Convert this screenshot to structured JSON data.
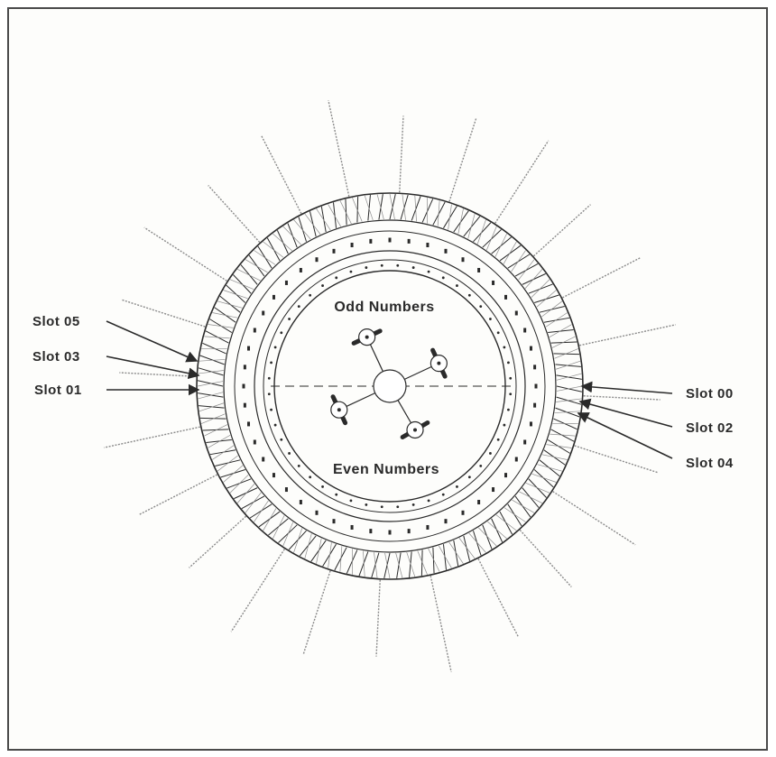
{
  "diagram": {
    "top_label": "Odd Numbers",
    "bottom_label": "Even Numbers",
    "left_callouts": [
      "Slot 05",
      "Slot 03",
      "Slot 01"
    ],
    "right_callouts": [
      "Slot 00",
      "Slot 02",
      "Slot 04"
    ],
    "colors": {
      "ink": "#2a2a2a",
      "faint": "#8a8a8a",
      "frame": "#4a4a4a"
    },
    "spoke_count": 24,
    "slot_count": 96
  }
}
